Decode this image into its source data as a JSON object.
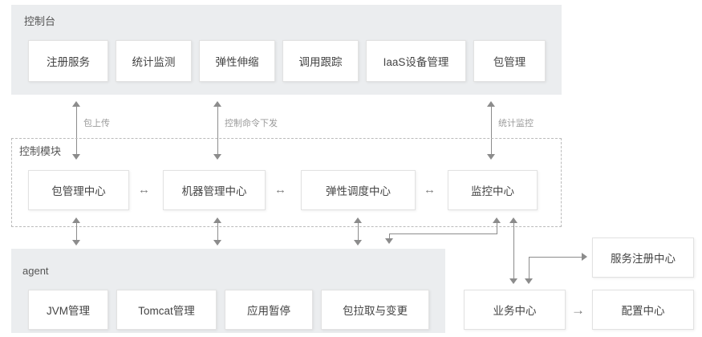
{
  "diagram": {
    "title": "",
    "colors": {
      "panel_bg": "#ebedef",
      "node_bg": "#ffffff",
      "node_border": "#e2e2e2",
      "connector": "#8c8c8c",
      "dashed_border": "#bbbbbb",
      "text": "#444444",
      "label_text": "#9b9b9b"
    }
  },
  "console_panel": {
    "title": "控制台",
    "nodes": [
      {
        "label": "注册服务"
      },
      {
        "label": "统计监测"
      },
      {
        "label": "弹性伸缩"
      },
      {
        "label": "调用跟踪"
      },
      {
        "label": "IaaS设备管理"
      },
      {
        "label": "包管理"
      }
    ]
  },
  "control_module": {
    "title": "控制模块",
    "nodes": [
      {
        "label": "包管理中心"
      },
      {
        "label": "机器管理中心"
      },
      {
        "label": "弹性调度中心"
      },
      {
        "label": "监控中心"
      }
    ],
    "peer_links": [
      {
        "glyph": "↔"
      },
      {
        "glyph": "↔"
      },
      {
        "glyph": "↔"
      }
    ]
  },
  "agent_panel": {
    "title": "agent",
    "nodes": [
      {
        "label": "JVM管理"
      },
      {
        "label": "Tomcat管理"
      },
      {
        "label": "应用暂停"
      },
      {
        "label": "包拉取与变更"
      }
    ]
  },
  "side_nodes": [
    {
      "label": "服务注册中心"
    },
    {
      "label": "业务中心"
    },
    {
      "label": "配置中心"
    }
  ],
  "connector_labels": [
    {
      "text": "包上传"
    },
    {
      "text": "控制命令下发"
    },
    {
      "text": "统计监控"
    }
  ],
  "inline_arrows": {
    "business_to_config": "→"
  }
}
